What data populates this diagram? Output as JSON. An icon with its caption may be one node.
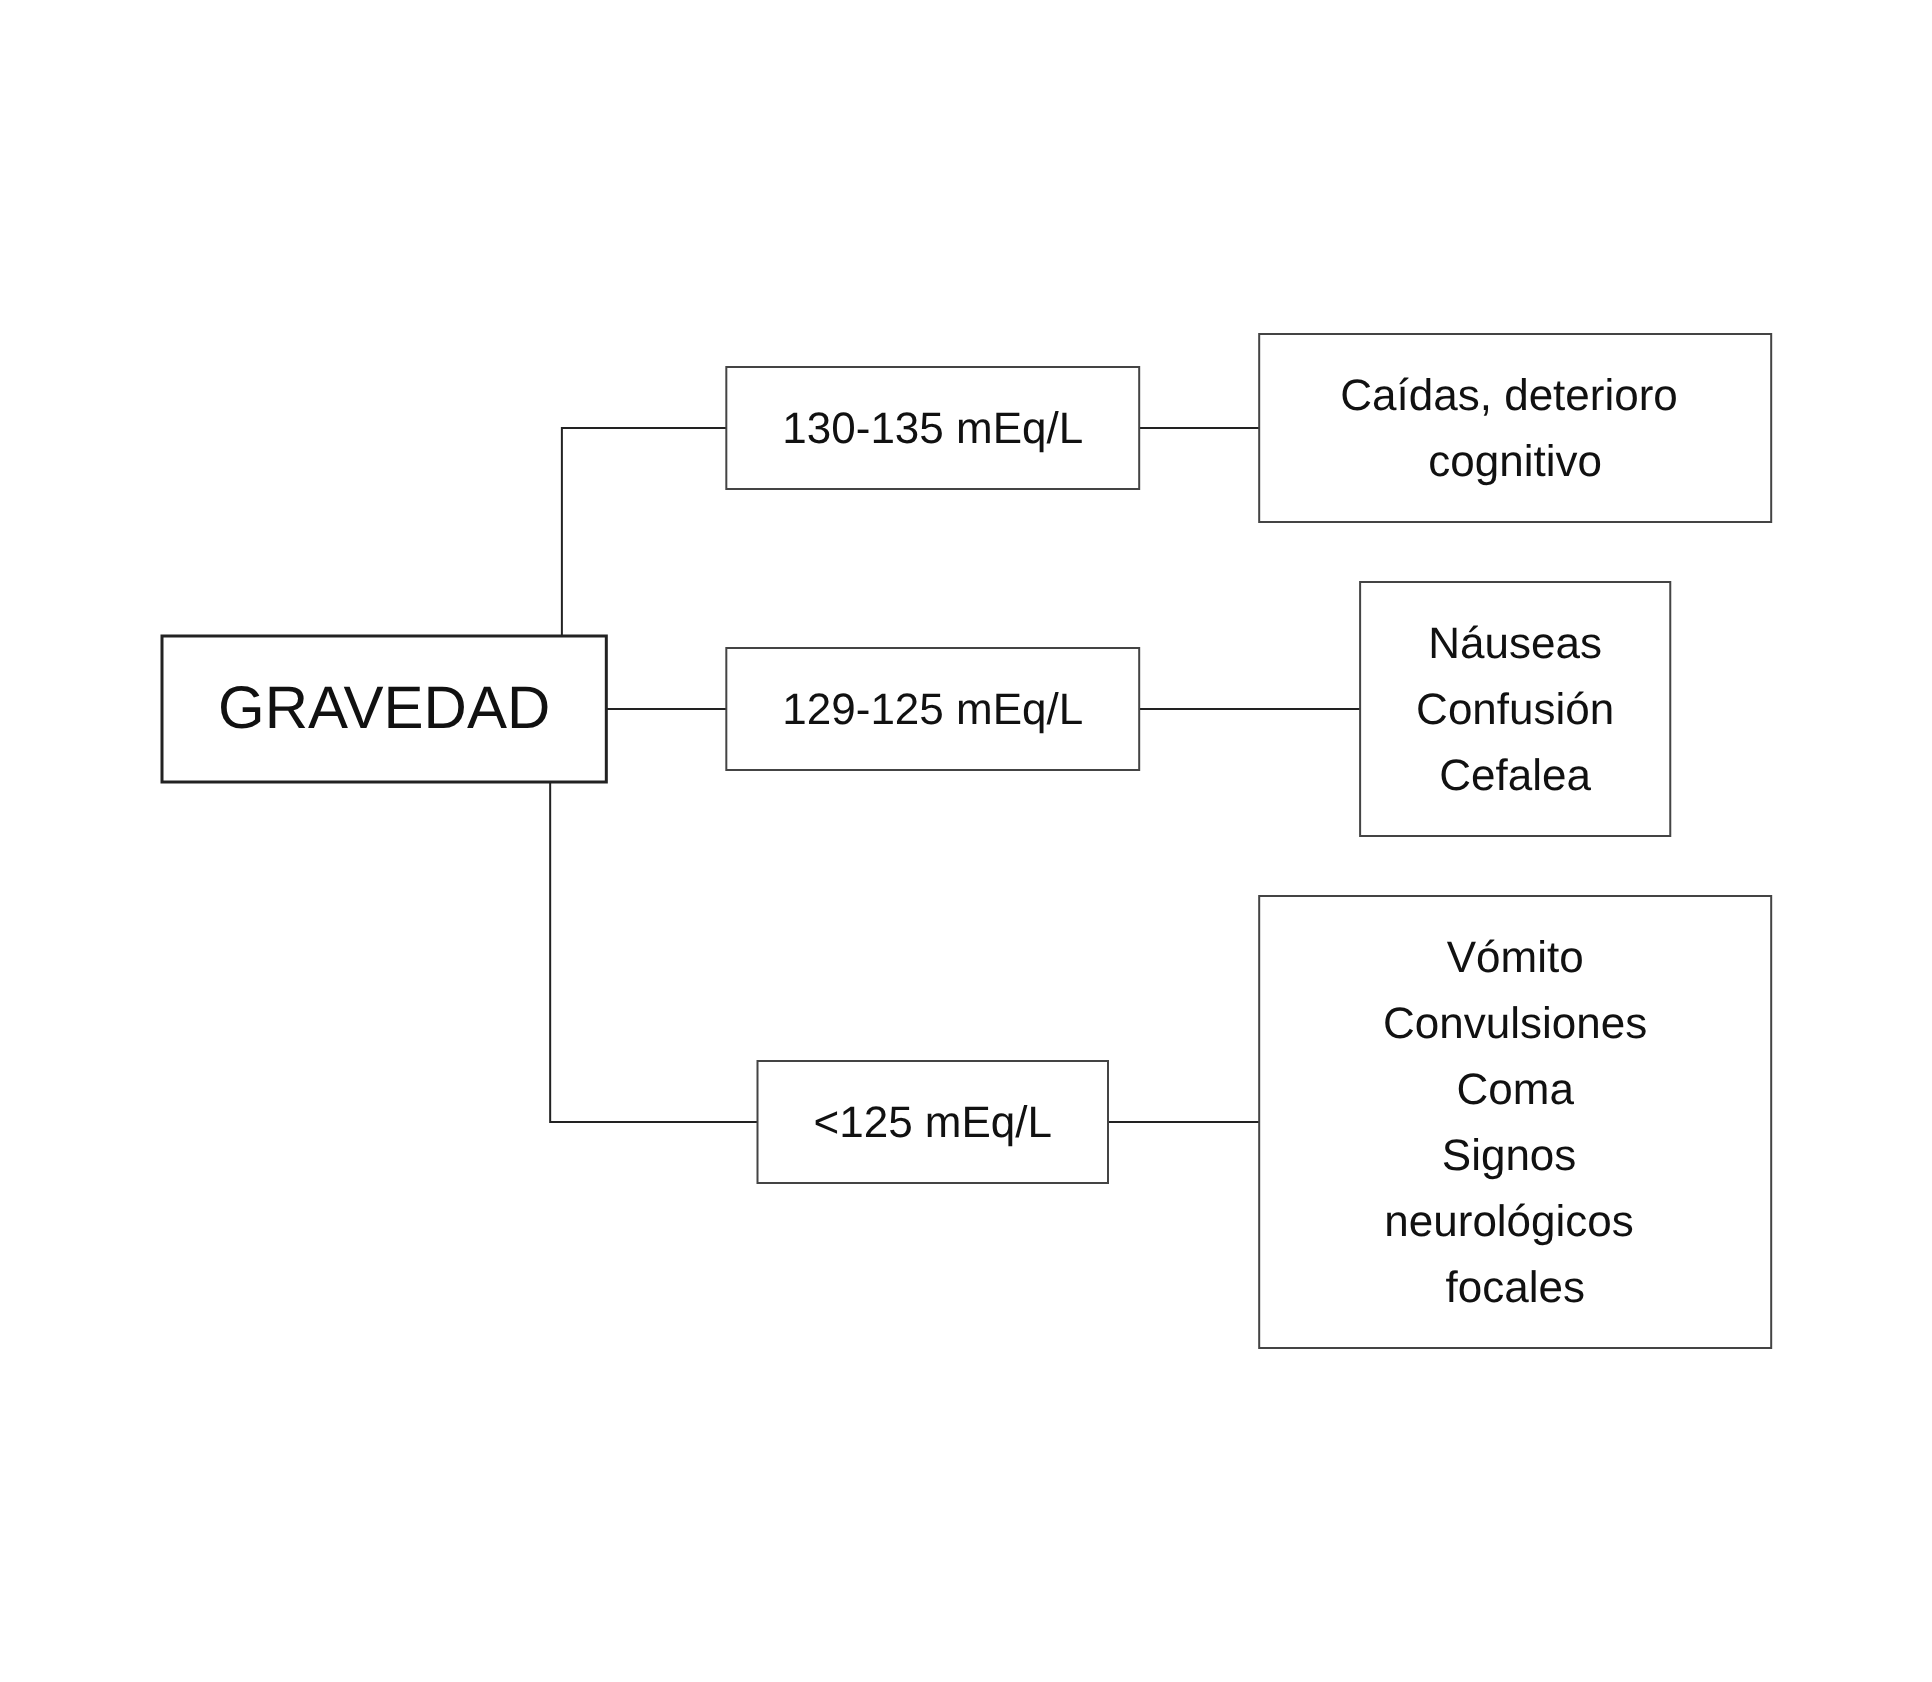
{
  "diagram": {
    "nodes": [
      {
        "text": [
          "GRAVEDAD"
        ]
      },
      {
        "text": [
          "130-135 mEq/L"
        ]
      },
      {
        "text": [
          "Caídas, deterioro cognitivo"
        ]
      },
      {
        "text": [
          "129-125 mEq/L"
        ]
      },
      {
        "text": [
          "Náuseas",
          "Confusión",
          "Cefalea"
        ]
      },
      {
        "text": [
          "<125 mEq/L"
        ]
      },
      {
        "text": [
          "Vómito",
          "Convulsiones",
          "Coma",
          "Signos neurológicos focales"
        ]
      }
    ],
    "edges": [
      {
        "from": 0,
        "to": 1,
        "arrow": "none"
      },
      {
        "from": 0,
        "to": 3,
        "arrow": "none"
      },
      {
        "from": 0,
        "to": 5,
        "arrow": "none"
      },
      {
        "from": 1,
        "to": 2,
        "arrow": "none"
      },
      {
        "from": 3,
        "to": 4,
        "arrow": "none"
      },
      {
        "from": 5,
        "to": 6,
        "arrow": "none"
      }
    ]
  }
}
